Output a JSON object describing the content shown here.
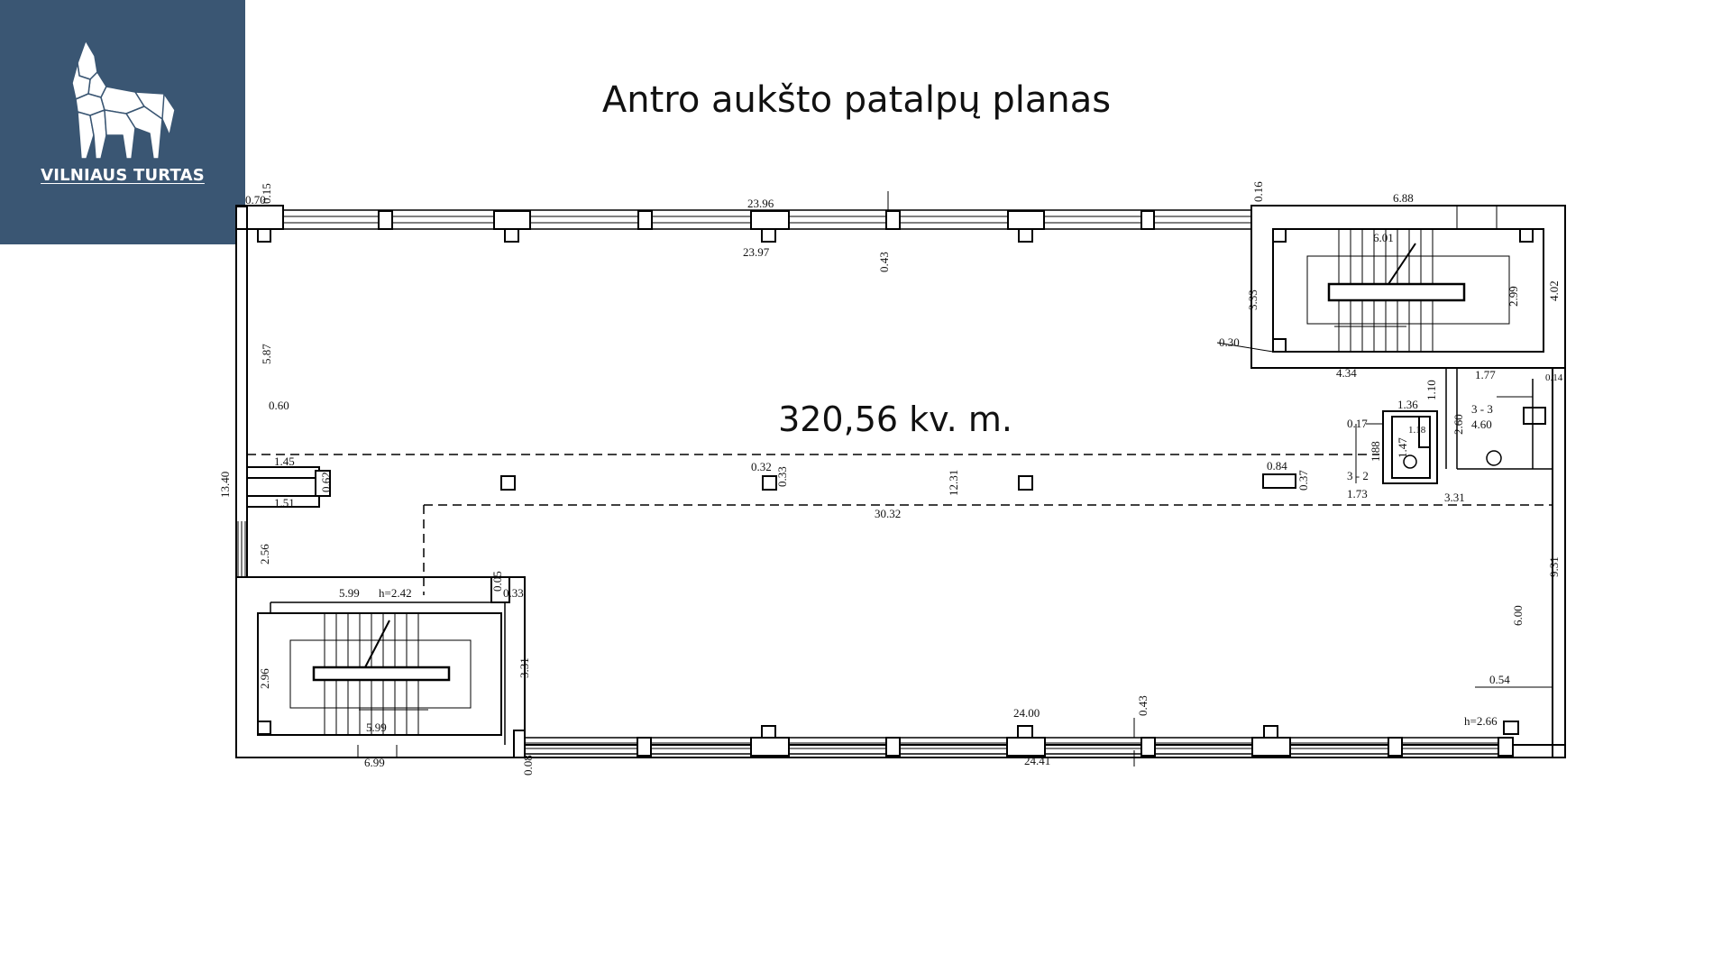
{
  "brand": {
    "name": "VILNIAUS TURTAS",
    "bg_color": "#3a5673",
    "icon": "wolf-icon"
  },
  "title": "Antro aukšto patalpų planas",
  "area_label": "320,56 kv. m.",
  "dimensions": {
    "top_070": "0.70",
    "top_015": "0.15",
    "top_2396": "23.96",
    "top_2397": "23.97",
    "top_043": "0.43",
    "top_016": "0.16",
    "top_688": "6.88",
    "st_601": "6.01",
    "st_333": "3.33",
    "st_299": "2.99",
    "st_402": "4.02",
    "st_030": "0.30",
    "st_434": "4.34",
    "wc_177": "1.77",
    "wc_014": "0.14",
    "wc_110": "1.10",
    "wc_136": "1.36",
    "wc_33": "3 - 3",
    "wc_460": "4.60",
    "wc_017": "0.17",
    "wc_118": "1.18",
    "wc_260": "2.60",
    "wc_188": "1.88",
    "wc_147": "1.47",
    "wc_32": "3 - 2",
    "wc_173": "1.73",
    "wc_331": "3.31",
    "l_587": "5.87",
    "l_060": "0.60",
    "l_145": "1.45",
    "l_062": "0.62",
    "l_151": "1.51",
    "l_1340": "13.40",
    "l_256": "2.56",
    "c_032": "0.32",
    "c_033": "0.33",
    "c_1231": "12.31",
    "c_084": "0.84",
    "c_037": "0.37",
    "c_3032": "30.32",
    "r_931": "9.31",
    "r_600": "6.00",
    "r_054": "0.54",
    "r_h266": "h=2.66",
    "bl_599a": "5.99",
    "bl_h242": "h=2.42",
    "bl_005": "0.05",
    "bl_033": "0.33",
    "bl_296": "2.96",
    "bl_331": "3.31",
    "bl_599b": "5.99",
    "bl_699": "6.99",
    "bl_008": "0.08",
    "b_2400": "24.00",
    "b_043": "0.43",
    "b_2441": "24.41"
  }
}
